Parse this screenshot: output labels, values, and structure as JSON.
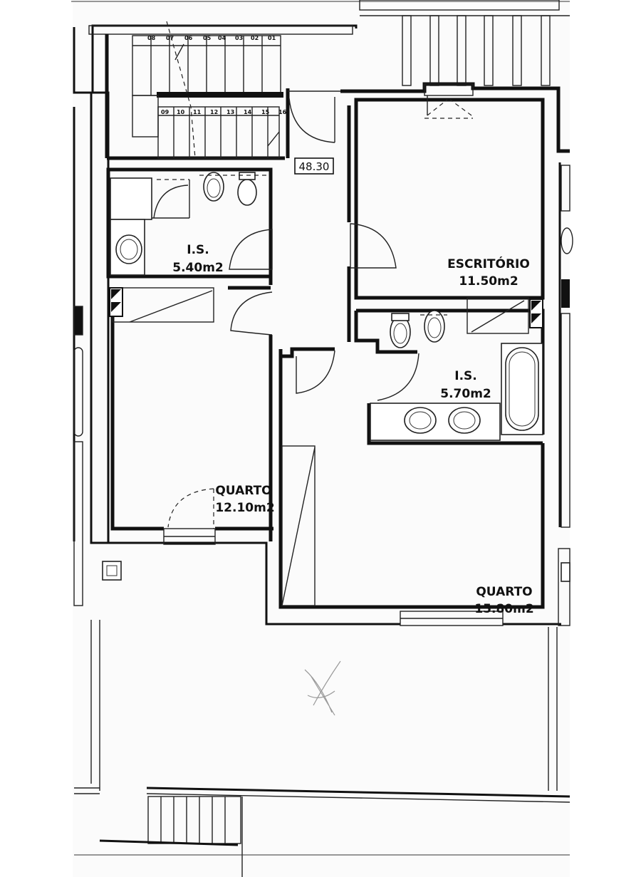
{
  "plan": {
    "level_mark": "48.30",
    "stair_steps_upper": [
      "08",
      "07",
      "06",
      "05",
      "04",
      "03",
      "02",
      "01"
    ],
    "stair_steps_lower": [
      "09",
      "10",
      "11",
      "12",
      "13",
      "14",
      "15",
      "16"
    ],
    "rooms": {
      "bath_left": {
        "name": "I.S.",
        "area": "5.40m2"
      },
      "office": {
        "name": "ESCRITÓRIO",
        "area": "11.50m2"
      },
      "bath_right": {
        "name": "I.S.",
        "area": "5.70m2"
      },
      "bedroom_left": {
        "name": "QUARTO",
        "area": "12.10m2"
      },
      "bedroom_right": {
        "name": "QUARTO",
        "area": "15.80m2"
      }
    }
  }
}
